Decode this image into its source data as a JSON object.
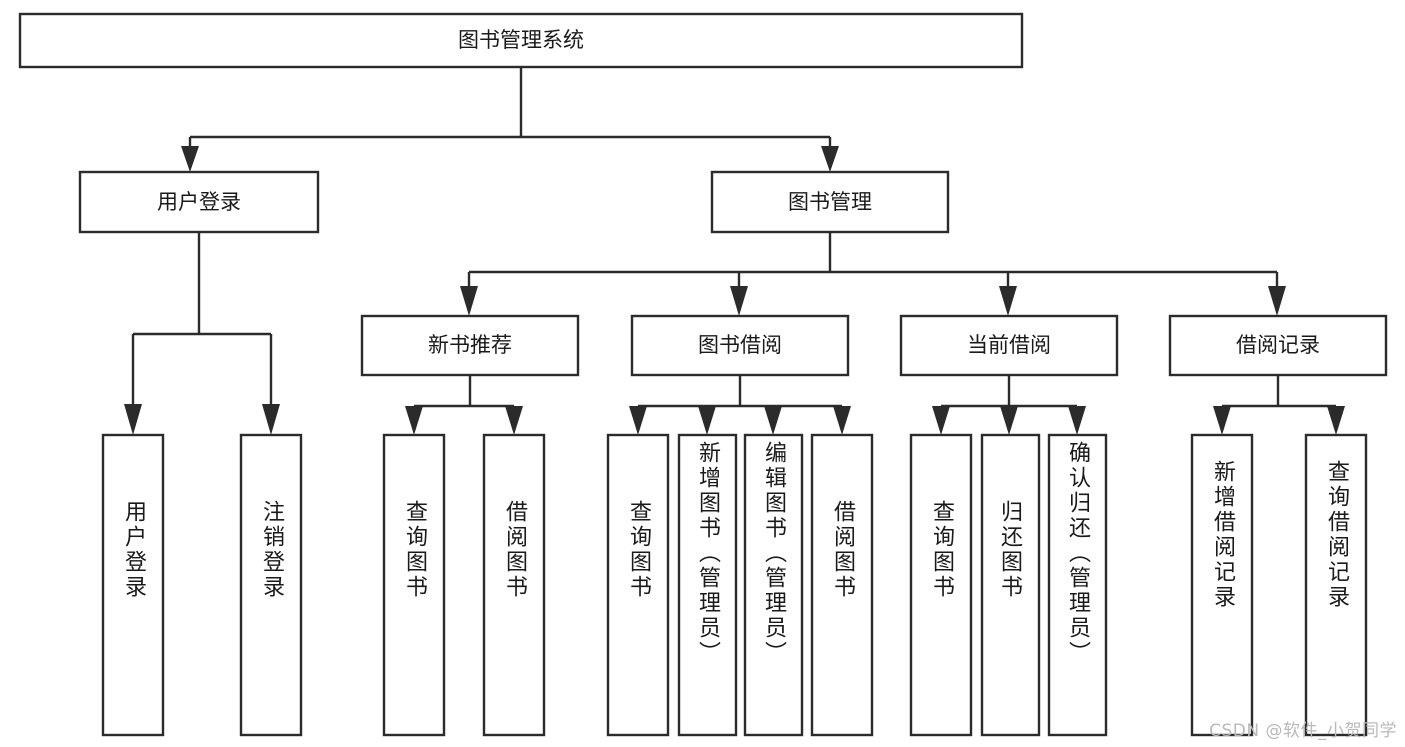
{
  "diagram": {
    "title": "图书管理系统",
    "type": "tree-hierarchy-diagram",
    "background_color": "#ffffff",
    "line_color": "#2b2b2b",
    "text_color": "#1a1a1a",
    "watermark": "CSDN @软件_小贺同学",
    "root": {
      "label": "图书管理系统",
      "id": "root"
    },
    "level2": [
      {
        "id": "user-login",
        "label": "用户登录"
      },
      {
        "id": "book-management",
        "label": "图书管理"
      }
    ],
    "level3": [
      {
        "id": "new-book-recommend",
        "label": "新书推荐",
        "parent": "book-management"
      },
      {
        "id": "book-borrow",
        "label": "图书借阅",
        "parent": "book-management"
      },
      {
        "id": "current-borrow",
        "label": "当前借阅",
        "parent": "book-management"
      },
      {
        "id": "borrow-record",
        "label": "借阅记录",
        "parent": "book-management"
      }
    ],
    "leaves": [
      {
        "id": "leaf-user-login",
        "label": "用户登录",
        "parent": "user-login"
      },
      {
        "id": "leaf-logout-login",
        "label": "注销登录",
        "parent": "user-login"
      },
      {
        "id": "leaf-query-book-1",
        "label": "查询图书",
        "parent": "new-book-recommend"
      },
      {
        "id": "leaf-borrow-book-1",
        "label": "借阅图书",
        "parent": "new-book-recommend"
      },
      {
        "id": "leaf-query-book-2",
        "label": "查询图书",
        "parent": "book-borrow"
      },
      {
        "id": "leaf-add-book",
        "label": "新增图书（管理员）",
        "parent": "book-borrow"
      },
      {
        "id": "leaf-edit-book",
        "label": "编辑图书（管理员）",
        "parent": "book-borrow"
      },
      {
        "id": "leaf-borrow-book-2",
        "label": "借阅图书",
        "parent": "book-borrow"
      },
      {
        "id": "leaf-query-book-3",
        "label": "查询图书",
        "parent": "current-borrow"
      },
      {
        "id": "leaf-return-book",
        "label": "归还图书",
        "parent": "current-borrow"
      },
      {
        "id": "leaf-confirm-return",
        "label": "确认归还（管理员）",
        "parent": "current-borrow"
      },
      {
        "id": "leaf-add-record",
        "label": "新增借阅记录",
        "parent": "borrow-record"
      },
      {
        "id": "leaf-query-record",
        "label": "查询借阅记录",
        "parent": "borrow-record"
      }
    ]
  }
}
